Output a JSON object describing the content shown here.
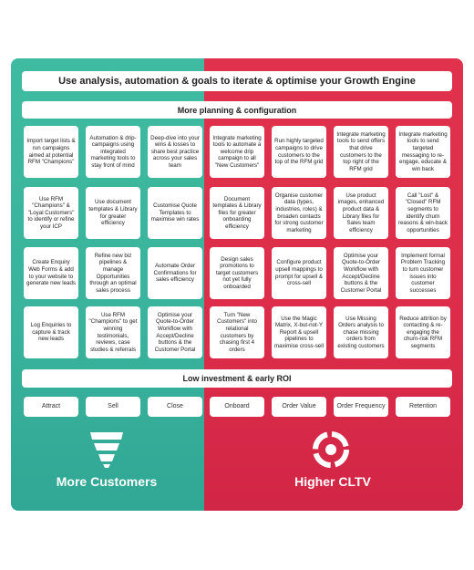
{
  "title": "Use analysis, automation & goals to iterate & optimise your Growth Engine",
  "planning_label": "More planning & configuration",
  "low_investment_label": "Low investment & early ROI",
  "grid": [
    [
      "Import target lists & run campaigns aimed at potential RFM \"Champions\"",
      "Automation & drip-campaigns using integrated marketing tools to stay front of mind",
      "Deep-dive into your wins & losses to share best practice across your sales team",
      "Integrate marketing tools to automate a welcome drip campaign to all \"New Customers\"",
      "Run highly targeted campaigns to drive customers to the top of the RFM grid",
      "Integrate marketing tools to send offers that drive customers to the top right of the RFM grid",
      "Integrate marketing tools to send targeted messaging to re-engage, educate & win back"
    ],
    [
      "Use RFM \"Champions\" & \"Loyal Customers\" to identify or refine your ICP",
      "Use document templates & Library for greater efficiency",
      "Customise Quote Templates to maximise win rates",
      "Document templates & Library files for greater onboarding efficiency",
      "Organise customer data (types, industries, roles) & broaden contacts for strong customer marketing",
      "Use product images, enhanced product data & Library files for Sales team efficiency",
      "Call \"Lost\" & \"Closed\" RFM segments to identify churn reasons & win-back opportunities"
    ],
    [
      "Create Enquiry Web Forms & add to your website to generate new leads",
      "Refine new biz pipelines & manage Opportunities through an optimal sales process",
      "Automate Order Confirmations for sales efficiency",
      "Design sales promotions to target customers not yet fully onboarded",
      "Configure product upsell mappings to prompt for upsell & cross-sell",
      "Optimise your Quote-to-Order Workflow with Accept/Decline buttons & the Customer Portal",
      "Implement formal Problem Tracking to turn customer issues into customer successes"
    ],
    [
      "Log Enquiries to capture & track new leads",
      "Use RFM \"Champions\" to get winning testimonials, reviews, case studies & referrals",
      "Optimise your Quote-to-Order Workflow with Accept/Decline buttons & the Customer Portal",
      "Turn \"New Customers\" into relational customers by chasing first 4 orders",
      "Use the Magic Matrix, X-but-not-Y Report & upsell pipelines to maximise cross-sell",
      "Use Missing Orders analysis to chase missing orders from existing customers",
      "Reduce attrition by contacting & re-engaging the churn-risk RFM segments"
    ]
  ],
  "stages": [
    "Attract",
    "Sell",
    "Close",
    "Onboard",
    "Order Value",
    "Order Frequency",
    "Retention"
  ],
  "left_footer": "More Customers",
  "right_footer": "Higher CLTV",
  "colors": {
    "left": "#39b39c",
    "right": "#dc2c4a"
  },
  "icons": {
    "left": "funnel-icon",
    "right": "cycle-icon"
  }
}
